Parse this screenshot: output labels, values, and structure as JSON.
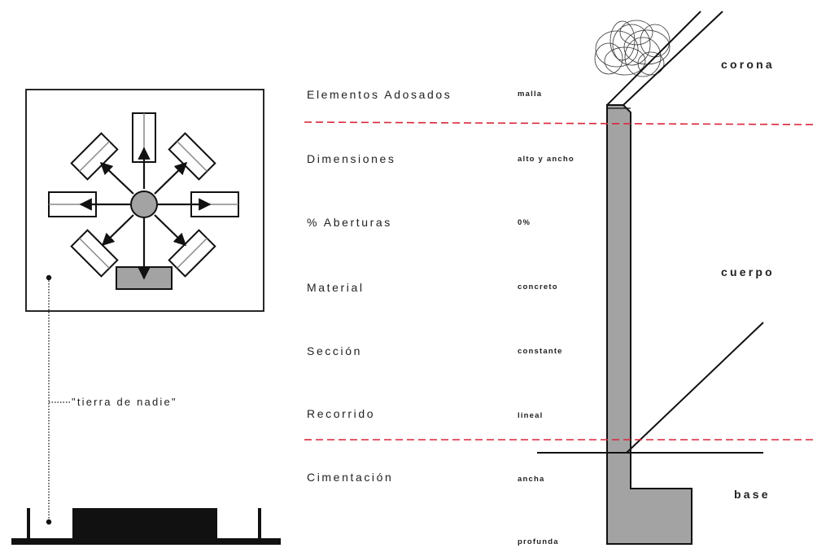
{
  "note": "\"tierra de nadie\"",
  "zones": {
    "top": "corona",
    "middle": "cuerpo",
    "bottom": "base"
  },
  "rows": [
    {
      "label": "Elementos Adosados",
      "value": "malla"
    },
    {
      "label": "Dimensiones",
      "value": "alto y ancho"
    },
    {
      "label": "% Aberturas",
      "value": "0%"
    },
    {
      "label": "Material",
      "value": "concreto"
    },
    {
      "label": "Sección",
      "value": "constante"
    },
    {
      "label": "Recorrido",
      "value": "lineal"
    },
    {
      "label": "Cimentación",
      "value": "ancha"
    }
  ],
  "extra_value": "profunda",
  "colors": {
    "wall": "#a3a3a3",
    "divider": "#d9263a",
    "ink": "#111111"
  }
}
